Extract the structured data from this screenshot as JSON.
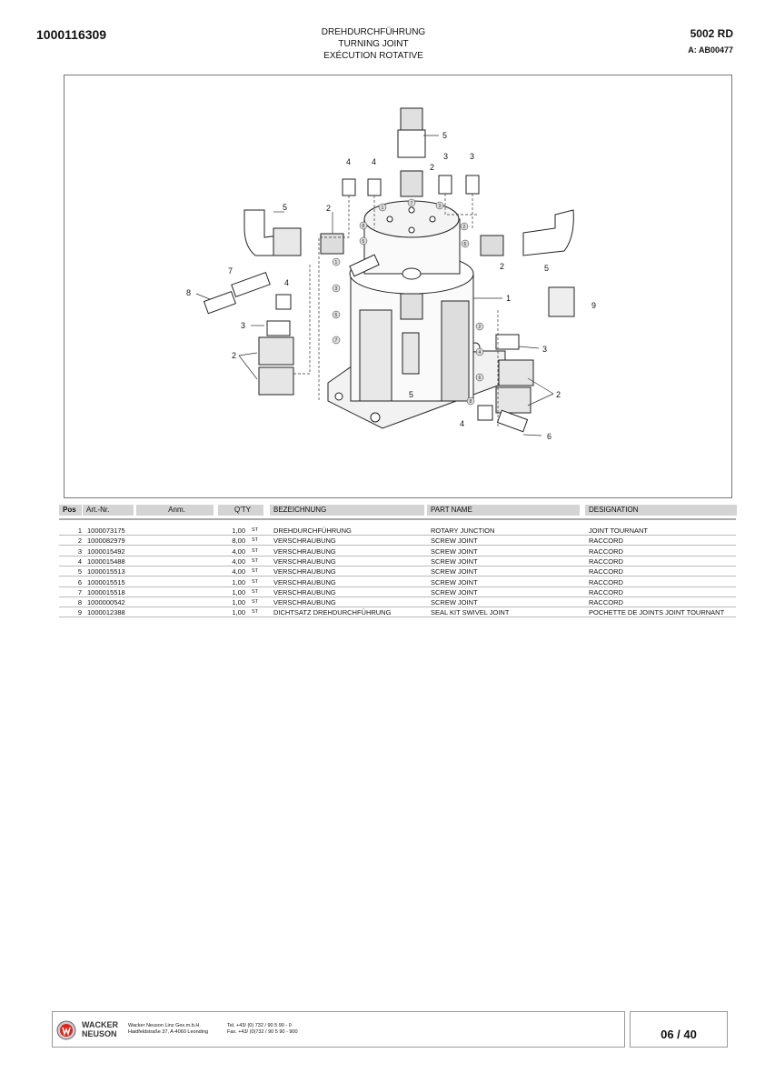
{
  "header": {
    "doc_number": "1000116309",
    "title_de": "DREHDURCHFÜHRUNG",
    "title_en": "TURNING JOINT",
    "title_fr": "EXÉCUTION ROTATIVE",
    "model": "5002 RD",
    "assembly": "A: AB00477"
  },
  "diagram": {
    "callouts": [
      "5",
      "4",
      "4",
      "2",
      "3",
      "3",
      "5",
      "2",
      "2",
      "5",
      "7",
      "4",
      "8",
      "1",
      "9",
      "3",
      "3",
      "2",
      "2",
      "5",
      "4",
      "6"
    ],
    "small_labels": [
      "1",
      "2",
      "3",
      "8",
      "5",
      "6",
      "7",
      "1",
      "3",
      "5",
      "7",
      "2",
      "4",
      "6",
      "8"
    ]
  },
  "table": {
    "headers": {
      "pos": "Pos",
      "art": "Art.-Nr.",
      "anm": "Anm.",
      "qty": "Q'TY",
      "bez": "BEZEICHNUNG",
      "part": "PART NAME",
      "des": "DESIGNATION"
    },
    "rows": [
      {
        "pos": "1",
        "art": "1000073175",
        "qty": "1,00",
        "unit": "ST",
        "bez": "DREHDURCHFÜHRUNG",
        "part": "ROTARY JUNCTION",
        "des": "JOINT TOURNANT"
      },
      {
        "pos": "2",
        "art": "1000082979",
        "qty": "8,00",
        "unit": "ST",
        "bez": "VERSCHRAUBUNG",
        "part": "SCREW JOINT",
        "des": "RACCORD"
      },
      {
        "pos": "3",
        "art": "1000015492",
        "qty": "4,00",
        "unit": "ST",
        "bez": "VERSCHRAUBUNG",
        "part": "SCREW JOINT",
        "des": "RACCORD"
      },
      {
        "pos": "4",
        "art": "1000015488",
        "qty": "4,00",
        "unit": "ST",
        "bez": "VERSCHRAUBUNG",
        "part": "SCREW JOINT",
        "des": "RACCORD"
      },
      {
        "pos": "5",
        "art": "1000015513",
        "qty": "4,00",
        "unit": "ST",
        "bez": "VERSCHRAUBUNG",
        "part": "SCREW JOINT",
        "des": "RACCORD"
      },
      {
        "pos": "6",
        "art": "1000015515",
        "qty": "1,00",
        "unit": "ST",
        "bez": "VERSCHRAUBUNG",
        "part": "SCREW JOINT",
        "des": "RACCORD"
      },
      {
        "pos": "7",
        "art": "1000015518",
        "qty": "1,00",
        "unit": "ST",
        "bez": "VERSCHRAUBUNG",
        "part": "SCREW JOINT",
        "des": "RACCORD"
      },
      {
        "pos": "8",
        "art": "1000000542",
        "qty": "1,00",
        "unit": "ST",
        "bez": "VERSCHRAUBUNG",
        "part": "SCREW JOINT",
        "des": "RACCORD"
      },
      {
        "pos": "9",
        "art": "1000012388",
        "qty": "1,00",
        "unit": "ST",
        "bez": "DICHTSATZ DREHDURCHFÜHRUNG",
        "part": "SEAL KIT SWIVEL JOINT",
        "des": "POCHETTE DE JOINTS  JOINT TOURNANT"
      }
    ]
  },
  "footer": {
    "brand_line1": "WACKER",
    "brand_line2": "NEUSON",
    "company": "Wacker Neuson Linz  Ges.m.b.H.",
    "address": "Haidfeldstraße 37, A-4060 Leonding",
    "tel": "Tel. +43/ (0) 732 / 90 5 90 - 0",
    "fax": "Fax. +43/ (0)732 / 90 5 90 - 900",
    "page": "06 / 40"
  }
}
